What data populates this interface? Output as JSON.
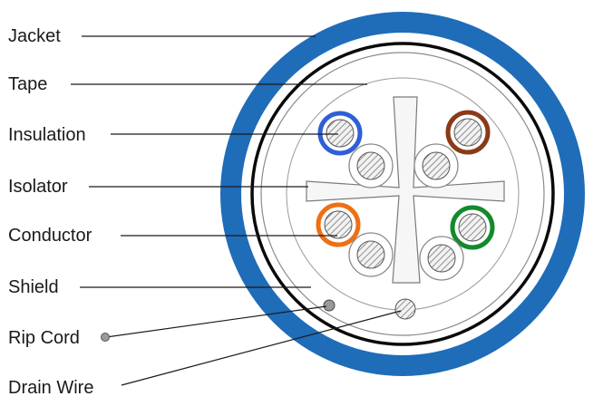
{
  "labels": {
    "jacket": "Jacket",
    "tape": "Tape",
    "insulation": "Insulation",
    "isolator": "Isolator",
    "conductor": "Conductor",
    "shield": "Shield",
    "rip_cord": "Rip Cord",
    "drain_wire": "Drain Wire"
  },
  "colors": {
    "jacket": "#1f6cb8",
    "pair_blue": "#2f5fd6",
    "pair_brown": "#8a3a17",
    "pair_orange": "#ee7014",
    "pair_green": "#138a2c",
    "white_stripe": "#d4d4d4"
  }
}
